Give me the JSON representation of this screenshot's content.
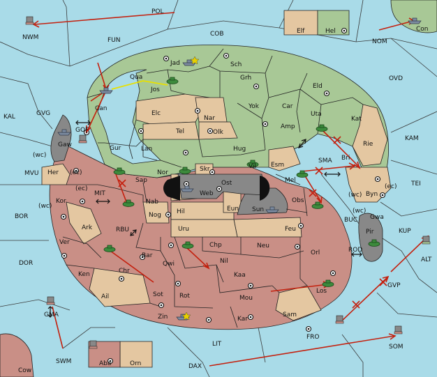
{
  "map": {
    "colors": {
      "sea": "#a9dbe8",
      "green_land": "#a8c896",
      "tan_land": "#e4c7a1",
      "red_land": "#c98f86",
      "grey_land": "#888888",
      "order_arrow": "#c4200e",
      "convoy_line": "#e8e000"
    },
    "sea_labels": {
      "pol": "POL",
      "nwm": "NWM",
      "fun": "FUN",
      "cob": "COB",
      "nom": "NOM",
      "ovd": "OVD",
      "kal": "KAL",
      "gvg": "GVG",
      "kam": "KAM",
      "tei": "TEI",
      "mvu": "MVU",
      "bor": "BOR",
      "dor": "DOR",
      "mit": "MIT",
      "rbu": "RBU",
      "sma": "SMA",
      "buc": "BUC",
      "kup": "KUP",
      "rod": "ROD",
      "alt": "ALT",
      "gvp": "GVP",
      "gma": "GMA",
      "swm": "SWM",
      "lit": "LIT",
      "fro": "FRO",
      "som": "SOM",
      "dax": "DAX",
      "gof": "GOF"
    },
    "land_labels": {
      "elf": "Elf",
      "hel": "Hel",
      "con": "Con",
      "jad": "Jad",
      "sch": "Sch",
      "qua": "Qua",
      "jos": "Jos",
      "can": "Can",
      "grh": "Grh",
      "eld": "Eld",
      "elc": "Elc",
      "nar": "Nar",
      "yok": "Yok",
      "car": "Car",
      "uta": "Uta",
      "kat": "Kat",
      "tel": "Tel",
      "olk": "Olk",
      "amp": "Amp",
      "gur": "Gur",
      "lan": "Lan",
      "hug": "Hug",
      "rie": "Rie",
      "bri": "Bri",
      "gaw": "Gaw",
      "her": "Her",
      "vil": "Vil",
      "esm": "Esm",
      "nor": "Nor",
      "sap": "Sap",
      "skr": "Skr",
      "web": "Web",
      "ost": "Ost",
      "mel": "Mel",
      "byn": "Byn",
      "kor": "Kor",
      "nab": "Nab",
      "obs": "Obs",
      "eun": "Eun",
      "sun": "Sun",
      "gwa": "Gwa",
      "hil": "Hil",
      "nog": "Nog",
      "ark": "Ark",
      "pir": "Pir",
      "uru": "Uru",
      "feu": "Feu",
      "ver": "Ver",
      "chp": "Chp",
      "neu": "Neu",
      "bar": "Bar",
      "qwi": "Qwi",
      "orl": "Orl",
      "nil": "Nil",
      "ken": "Ken",
      "chr": "Chr",
      "kaa": "Kaa",
      "ail": "Ail",
      "sot": "Sot",
      "rot": "Rot",
      "mou": "Mou",
      "los": "Los",
      "zin": "Zin",
      "kar": "Kar",
      "sam": "Sam",
      "aba": "Aba",
      "orn": "Orn",
      "cow": "Cow"
    },
    "coast_labels": {
      "her_wc": "(wc)",
      "her_ec": "(ec)",
      "kor_wc": "(wc)",
      "kor_ec": "(ec)",
      "byn_wc": "(wc)",
      "byn_ec": "(ec)",
      "gwa_wc": "(wc)"
    }
  }
}
